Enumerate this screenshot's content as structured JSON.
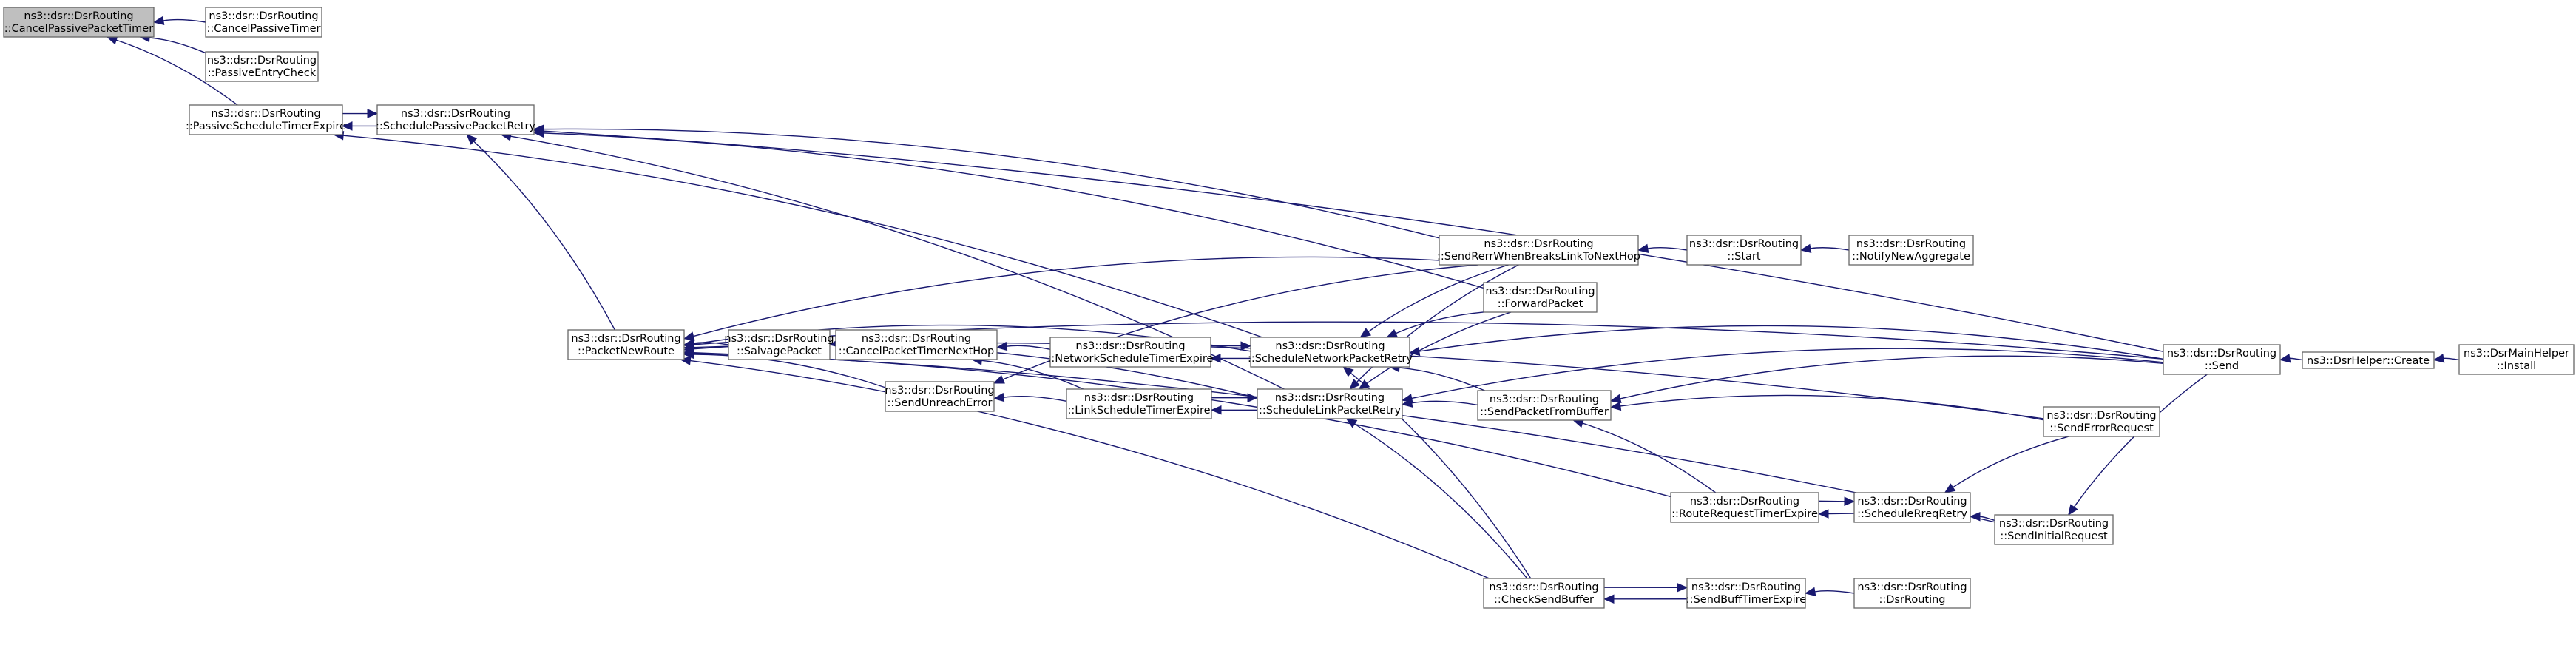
{
  "graph": {
    "nodes": [
      {
        "id": "cancelPassivePacketTimer",
        "line1": "ns3::dsr::DsrRouting",
        "line2": "::CancelPassivePacketTimer",
        "highlight": true
      },
      {
        "id": "cancelPassiveTimer",
        "line1": "ns3::dsr::DsrRouting",
        "line2": "::CancelPassiveTimer"
      },
      {
        "id": "passiveEntryCheck",
        "line1": "ns3::dsr::DsrRouting",
        "line2": "::PassiveEntryCheck"
      },
      {
        "id": "passiveScheduleTimerExpire",
        "line1": "ns3::dsr::DsrRouting",
        "line2": "::PassiveScheduleTimerExpire"
      },
      {
        "id": "schedulePassivePacketRetry",
        "line1": "ns3::dsr::DsrRouting",
        "line2": "::SchedulePassivePacketRetry"
      },
      {
        "id": "packetNewRoute",
        "line1": "ns3::dsr::DsrRouting",
        "line2": "::PacketNewRoute"
      },
      {
        "id": "salvagePacket",
        "line1": "ns3::dsr::DsrRouting",
        "line2": "::SalvagePacket"
      },
      {
        "id": "sendUnreachError",
        "line1": "ns3::dsr::DsrRouting",
        "line2": "::SendUnreachError"
      },
      {
        "id": "cancelPacketTimerNextHop",
        "line1": "ns3::dsr::DsrRouting",
        "line2": "::CancelPacketTimerNextHop"
      },
      {
        "id": "networkScheduleTimerExpire",
        "line1": "ns3::dsr::DsrRouting",
        "line2": "::NetworkScheduleTimerExpire"
      },
      {
        "id": "linkScheduleTimerExpire",
        "line1": "ns3::dsr::DsrRouting",
        "line2": "::LinkScheduleTimerExpire"
      },
      {
        "id": "scheduleNetworkPacketRetry",
        "line1": "ns3::dsr::DsrRouting",
        "line2": "::ScheduleNetworkPacketRetry"
      },
      {
        "id": "scheduleLinkPacketRetry",
        "line1": "ns3::dsr::DsrRouting",
        "line2": "::ScheduleLinkPacketRetry"
      },
      {
        "id": "sendRerrWhenBreaksLinkToNextHop",
        "line1": "ns3::dsr::DsrRouting",
        "line2": "::SendRerrWhenBreaksLinkToNextHop"
      },
      {
        "id": "forwardPacket",
        "line1": "ns3::dsr::DsrRouting",
        "line2": "::ForwardPacket"
      },
      {
        "id": "sendPacketFromBuffer",
        "line1": "ns3::dsr::DsrRouting",
        "line2": "::SendPacketFromBuffer"
      },
      {
        "id": "checkSendBuffer",
        "line1": "ns3::dsr::DsrRouting",
        "line2": "::CheckSendBuffer"
      },
      {
        "id": "start",
        "line1": "ns3::dsr::DsrRouting",
        "line2": "::Start"
      },
      {
        "id": "notifyNewAggregate",
        "line1": "ns3::dsr::DsrRouting",
        "line2": "::NotifyNewAggregate"
      },
      {
        "id": "routeRequestTimerExpire",
        "line1": "ns3::dsr::DsrRouting",
        "line2": "::RouteRequestTimerExpire"
      },
      {
        "id": "sendBuffTimerExpire",
        "line1": "ns3::dsr::DsrRouting",
        "line2": "::SendBuffTimerExpire"
      },
      {
        "id": "scheduleRreqRetry",
        "line1": "ns3::dsr::DsrRouting",
        "line2": "::ScheduleRreqRetry"
      },
      {
        "id": "dsrRouting",
        "line1": "ns3::dsr::DsrRouting",
        "line2": "::DsrRouting"
      },
      {
        "id": "sendErrorRequest",
        "line1": "ns3::dsr::DsrRouting",
        "line2": "::SendErrorRequest"
      },
      {
        "id": "sendInitialRequest",
        "line1": "ns3::dsr::DsrRouting",
        "line2": "::SendInitialRequest"
      },
      {
        "id": "send",
        "line1": "ns3::dsr::DsrRouting",
        "line2": "::Send"
      },
      {
        "id": "dsrHelperCreate",
        "line1": "ns3::DsrHelper::Create",
        "line2": ""
      },
      {
        "id": "dsrMainHelperInstall",
        "line1": "ns3::DsrMainHelper",
        "line2": "::Install"
      }
    ],
    "edges": [
      {
        "from": "cancelPassiveTimer",
        "to": "cancelPassivePacketTimer"
      },
      {
        "from": "passiveEntryCheck",
        "to": "cancelPassivePacketTimer"
      },
      {
        "from": "passiveScheduleTimerExpire",
        "to": "cancelPassivePacketTimer"
      },
      {
        "from": "schedulePassivePacketRetry",
        "to": "passiveScheduleTimerExpire"
      },
      {
        "from": "passiveScheduleTimerExpire",
        "to": "schedulePassivePacketRetry"
      },
      {
        "from": "packetNewRoute",
        "to": "schedulePassivePacketRetry"
      },
      {
        "from": "send",
        "to": "schedulePassivePacketRetry"
      },
      {
        "from": "sendRerrWhenBreaksLinkToNextHop",
        "to": "schedulePassivePacketRetry"
      },
      {
        "from": "forwardPacket",
        "to": "schedulePassivePacketRetry"
      },
      {
        "from": "scheduleLinkPacketRetry",
        "to": "schedulePassivePacketRetry"
      },
      {
        "from": "scheduleNetworkPacketRetry",
        "to": "passiveScheduleTimerExpire"
      },
      {
        "from": "salvagePacket",
        "to": "packetNewRoute"
      },
      {
        "from": "sendUnreachError",
        "to": "packetNewRoute"
      },
      {
        "from": "scheduleNetworkPacketRetry",
        "to": "packetNewRoute"
      },
      {
        "from": "scheduleLinkPacketRetry",
        "to": "packetNewRoute"
      },
      {
        "from": "sendRerrWhenBreaksLinkToNextHop",
        "to": "packetNewRoute"
      },
      {
        "from": "sendErrorRequest",
        "to": "packetNewRoute"
      },
      {
        "from": "routeRequestTimerExpire",
        "to": "packetNewRoute"
      },
      {
        "from": "checkSendBuffer",
        "to": "packetNewRoute"
      },
      {
        "from": "sendInitialRequest",
        "to": "packetNewRoute"
      },
      {
        "from": "send",
        "to": "packetNewRoute"
      },
      {
        "from": "cancelPacketTimerNextHop",
        "to": "salvagePacket"
      },
      {
        "from": "networkScheduleTimerExpire",
        "to": "cancelPacketTimerNextHop"
      },
      {
        "from": "linkScheduleTimerExpire",
        "to": "cancelPacketTimerNextHop"
      },
      {
        "from": "linkScheduleTimerExpire",
        "to": "sendUnreachError"
      },
      {
        "from": "sendRerrWhenBreaksLinkToNextHop",
        "to": "sendUnreachError"
      },
      {
        "from": "scheduleNetworkPacketRetry",
        "to": "networkScheduleTimerExpire"
      },
      {
        "from": "networkScheduleTimerExpire",
        "to": "scheduleNetworkPacketRetry"
      },
      {
        "from": "scheduleLinkPacketRetry",
        "to": "linkScheduleTimerExpire"
      },
      {
        "from": "linkScheduleTimerExpire",
        "to": "scheduleLinkPacketRetry"
      },
      {
        "from": "sendRerrWhenBreaksLinkToNextHop",
        "to": "scheduleNetworkPacketRetry"
      },
      {
        "from": "forwardPacket",
        "to": "scheduleNetworkPacketRetry"
      },
      {
        "from": "sendPacketFromBuffer",
        "to": "scheduleNetworkPacketRetry"
      },
      {
        "from": "send",
        "to": "scheduleNetworkPacketRetry"
      },
      {
        "from": "checkSendBuffer",
        "to": "scheduleNetworkPacketRetry"
      },
      {
        "from": "sendRerrWhenBreaksLinkToNextHop",
        "to": "scheduleLinkPacketRetry"
      },
      {
        "from": "forwardPacket",
        "to": "scheduleLinkPacketRetry"
      },
      {
        "from": "sendPacketFromBuffer",
        "to": "scheduleLinkPacketRetry"
      },
      {
        "from": "send",
        "to": "scheduleLinkPacketRetry"
      },
      {
        "from": "checkSendBuffer",
        "to": "scheduleLinkPacketRetry"
      },
      {
        "from": "start",
        "to": "sendRerrWhenBreaksLinkToNextHop"
      },
      {
        "from": "notifyNewAggregate",
        "to": "start"
      },
      {
        "from": "send",
        "to": "sendPacketFromBuffer"
      },
      {
        "from": "sendErrorRequest",
        "to": "sendPacketFromBuffer"
      },
      {
        "from": "routeRequestTimerExpire",
        "to": "sendPacketFromBuffer"
      },
      {
        "from": "sendBuffTimerExpire",
        "to": "checkSendBuffer"
      },
      {
        "from": "checkSendBuffer",
        "to": "sendBuffTimerExpire"
      },
      {
        "from": "dsrRouting",
        "to": "sendBuffTimerExpire"
      },
      {
        "from": "scheduleRreqRetry",
        "to": "routeRequestTimerExpire"
      },
      {
        "from": "routeRequestTimerExpire",
        "to": "scheduleRreqRetry"
      },
      {
        "from": "sendErrorRequest",
        "to": "scheduleRreqRetry"
      },
      {
        "from": "sendInitialRequest",
        "to": "scheduleRreqRetry"
      },
      {
        "from": "send",
        "to": "sendInitialRequest"
      },
      {
        "from": "dsrHelperCreate",
        "to": "send"
      },
      {
        "from": "dsrMainHelperInstall",
        "to": "dsrHelperCreate"
      }
    ]
  },
  "colors": {
    "edge": "#191970",
    "node_border": "#666666",
    "highlight_fill": "#bfbfbf"
  }
}
